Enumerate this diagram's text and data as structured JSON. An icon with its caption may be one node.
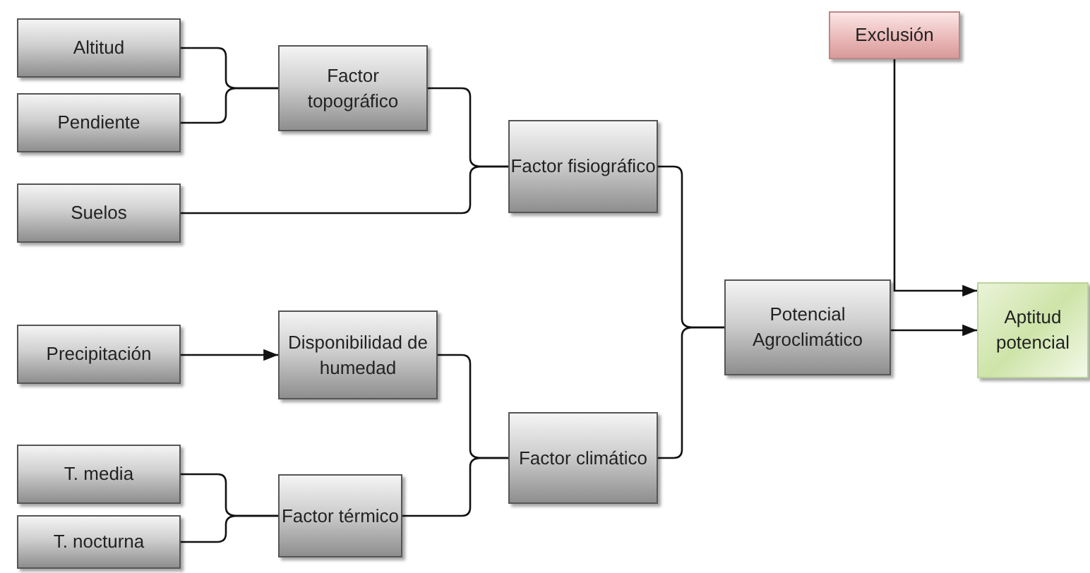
{
  "diagram": {
    "nodes": [
      {
        "text": [
          "Altitud"
        ]
      },
      {
        "text": [
          "Pendiente"
        ]
      },
      {
        "text": [
          "Factor topográfico"
        ]
      },
      {
        "text": [
          "Suelos"
        ]
      },
      {
        "text": [
          "Factor fisiográfico"
        ]
      },
      {
        "text": [
          "Exclusión"
        ]
      },
      {
        "text": [
          "Precipitación"
        ]
      },
      {
        "text": [
          "Disponibilidad de humedad"
        ]
      },
      {
        "text": [
          "Potencial Agroclimático"
        ]
      },
      {
        "text": [
          "Aptitud potencial"
        ]
      },
      {
        "text": [
          "T. media"
        ]
      },
      {
        "text": [
          "T. nocturna"
        ]
      },
      {
        "text": [
          "Factor térmico"
        ]
      },
      {
        "text": [
          "Factor climático"
        ]
      }
    ],
    "edges": [
      {
        "from": 0,
        "to": 2,
        "arrow": "none"
      },
      {
        "from": 1,
        "to": 2,
        "arrow": "none"
      },
      {
        "from": 2,
        "to": 4,
        "arrow": "none"
      },
      {
        "from": 3,
        "to": 4,
        "arrow": "none"
      },
      {
        "from": 4,
        "to": 8,
        "arrow": "none"
      },
      {
        "from": 13,
        "to": 8,
        "arrow": "none"
      },
      {
        "from": 6,
        "to": 7,
        "arrow": "to"
      },
      {
        "from": 7,
        "to": 13,
        "arrow": "none"
      },
      {
        "from": 12,
        "to": 13,
        "arrow": "none"
      },
      {
        "from": 10,
        "to": 12,
        "arrow": "none"
      },
      {
        "from": 11,
        "to": 12,
        "arrow": "none"
      },
      {
        "from": 8,
        "to": 9,
        "arrow": "to"
      },
      {
        "from": 5,
        "to": 9,
        "arrow": "to"
      }
    ]
  }
}
